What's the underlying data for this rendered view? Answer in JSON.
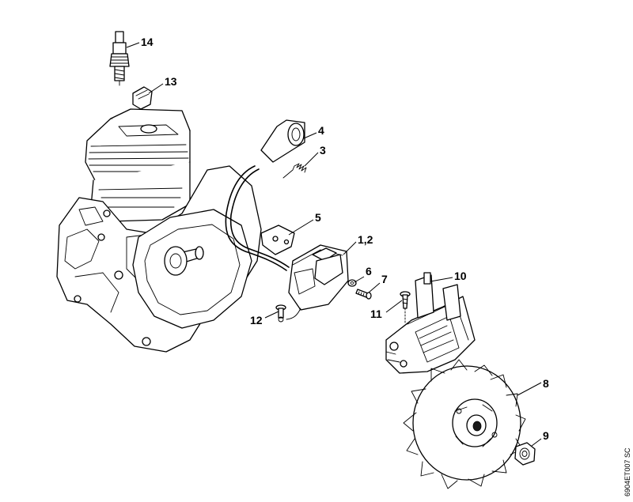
{
  "diagram": {
    "callouts": [
      {
        "id": "p14",
        "label": "14"
      },
      {
        "id": "p13",
        "label": "13"
      },
      {
        "id": "p4",
        "label": "4"
      },
      {
        "id": "p3",
        "label": "3"
      },
      {
        "id": "p5",
        "label": "5"
      },
      {
        "id": "p12a",
        "label": "1,2"
      },
      {
        "id": "p6",
        "label": "6"
      },
      {
        "id": "p7",
        "label": "7"
      },
      {
        "id": "p10",
        "label": "10"
      },
      {
        "id": "p11",
        "label": "11"
      },
      {
        "id": "p12",
        "label": "12"
      },
      {
        "id": "p8",
        "label": "8"
      },
      {
        "id": "p9",
        "label": "9"
      }
    ],
    "drawing_code": "6904ET007 SC"
  }
}
